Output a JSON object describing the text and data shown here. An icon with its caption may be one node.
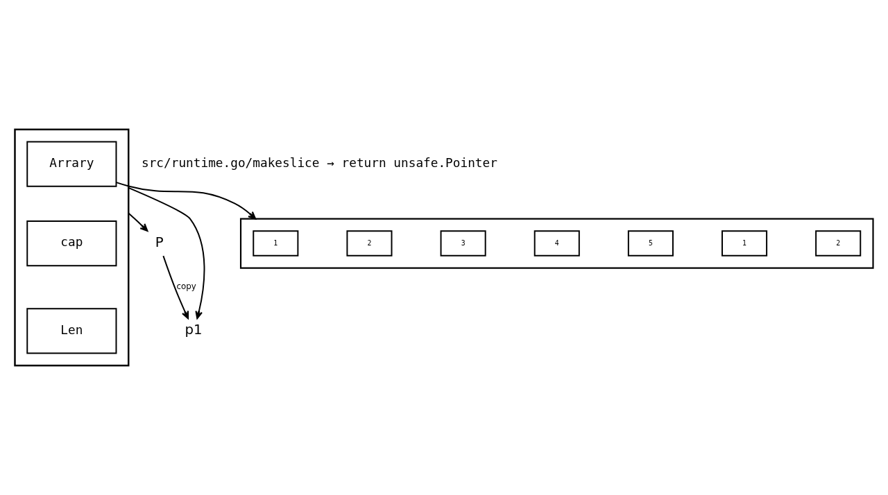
{
  "diagram": {
    "nodes": [
      {
        "text": [],
        "shape": "box"
      },
      {
        "text": [
          "Arrary"
        ],
        "in": 0
      },
      {
        "text": [
          "cap"
        ],
        "in": 0
      },
      {
        "text": [
          "Len"
        ],
        "in": 0
      },
      {
        "text": [
          "P"
        ]
      },
      {
        "text": [
          "p1"
        ]
      },
      {
        "text": [],
        "shape": "bar"
      },
      {
        "text": [
          "1"
        ],
        "in": 6
      },
      {
        "text": [
          "2"
        ],
        "in": 6
      },
      {
        "text": [
          "3"
        ],
        "in": 6
      },
      {
        "text": [
          "4"
        ],
        "in": 6
      },
      {
        "text": [
          "5"
        ],
        "in": 6
      },
      {
        "text": [
          "1"
        ],
        "in": 6
      },
      {
        "text": [
          "2"
        ],
        "in": 6
      }
    ],
    "edges": [
      {
        "from": 0,
        "to": 4,
        "arrow": "to"
      },
      {
        "from": 0,
        "to": 5,
        "arrow": "to"
      },
      {
        "from": 4,
        "to": 5,
        "label": "copy",
        "arrow": "to"
      },
      {
        "from": 1,
        "to": 6,
        "arrow": "to"
      }
    ],
    "labels": [
      "src/runtime.go/makeslice → return unsafe.Pointer"
    ]
  }
}
